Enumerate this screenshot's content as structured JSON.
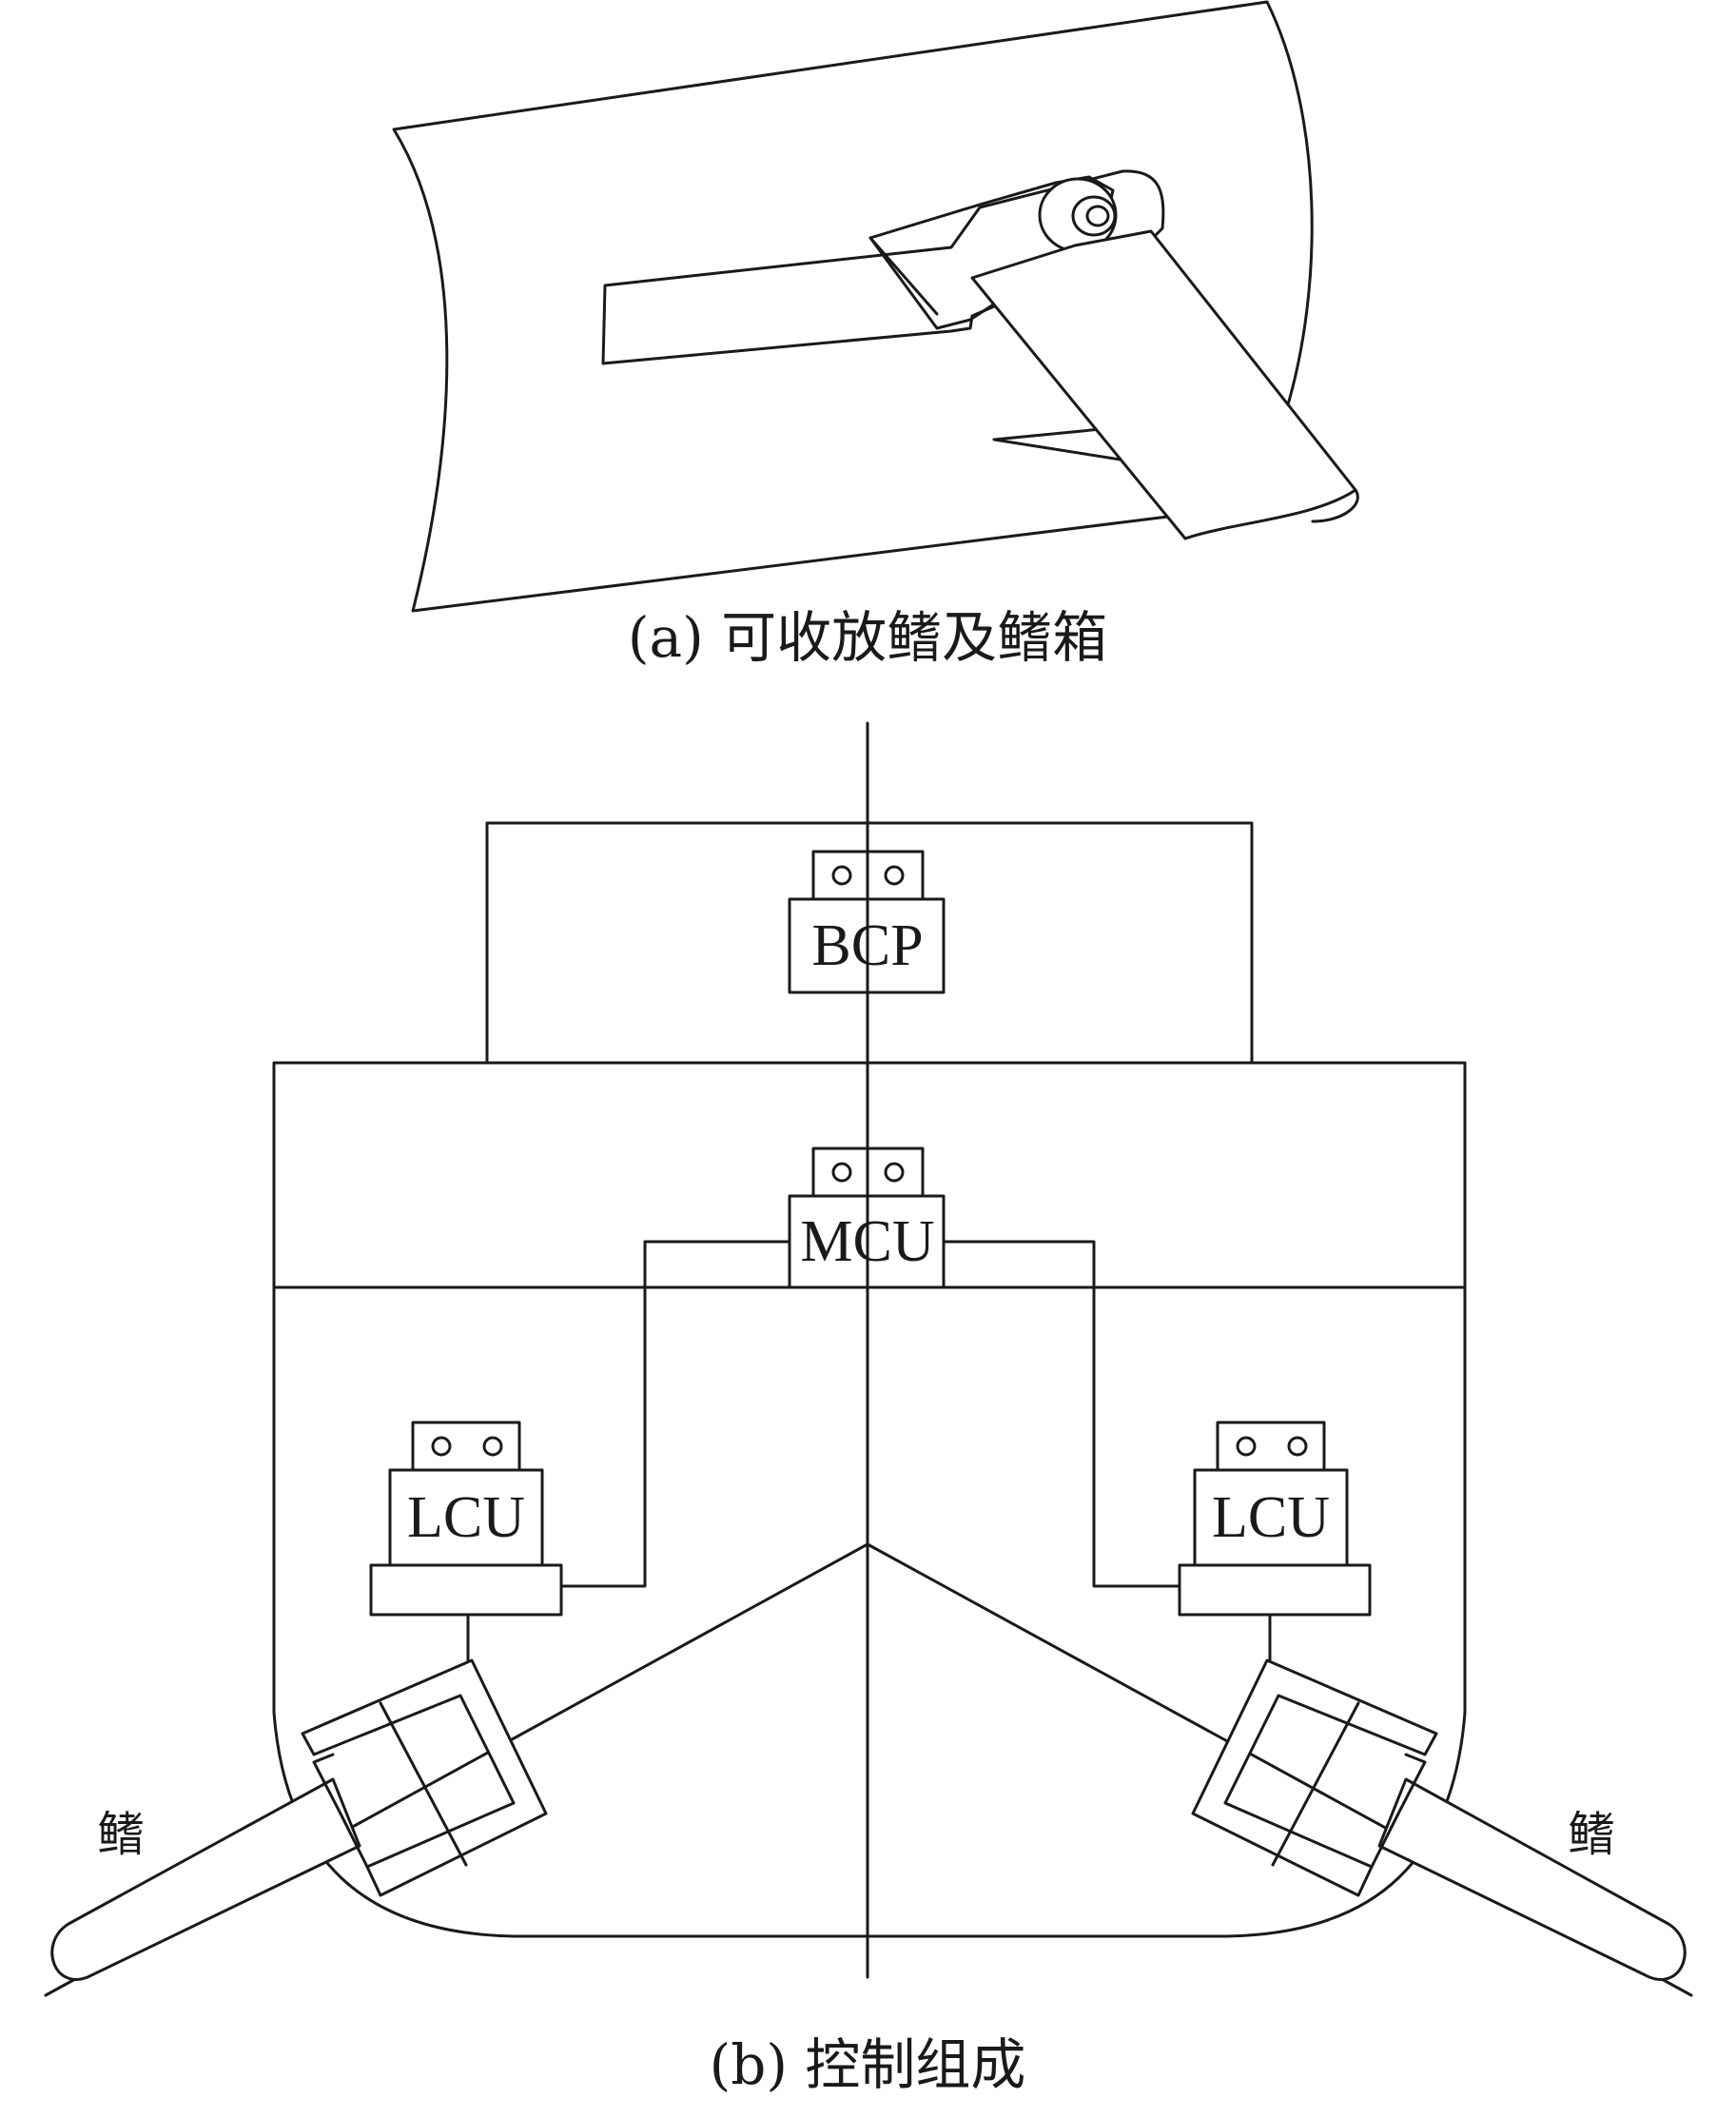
{
  "figure_a": {
    "caption": "(a)  可收放鳍及鳍箱"
  },
  "figure_b": {
    "caption": "(b)  控制组成",
    "units": {
      "bcp": "BCP",
      "mcu": "MCU",
      "lcu_left": "LCU",
      "lcu_right": "LCU"
    },
    "fin_label_left": "鳍",
    "fin_label_right": "鳍"
  },
  "colors": {
    "stroke": "#1a1a1a",
    "background": "#ffffff"
  }
}
